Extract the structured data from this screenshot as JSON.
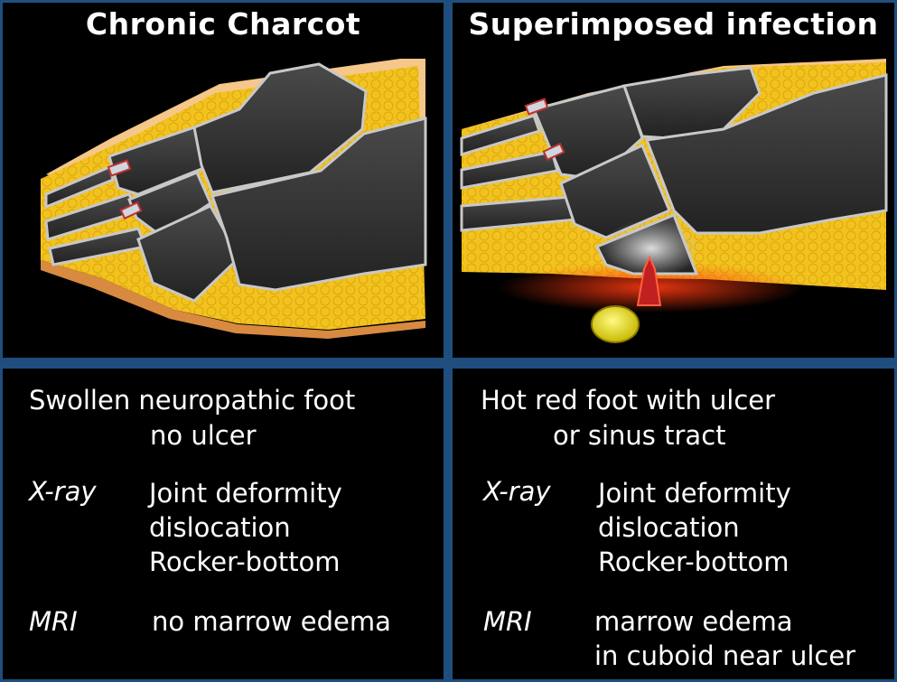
{
  "left": {
    "title": "Chronic Charcot",
    "presentation": [
      "Swollen neuropathic foot",
      "no ulcer"
    ],
    "xray_label": "X-ray",
    "xray_findings": [
      "Joint deformity",
      "dislocation",
      "Rocker-bottom"
    ],
    "mri_label": "MRI",
    "mri_findings": [
      "no marrow edema"
    ]
  },
  "right": {
    "title": "Superimposed infection",
    "presentation": [
      "Hot red foot with ulcer",
      "or sinus tract"
    ],
    "xray_label": "X-ray",
    "xray_findings": [
      "Joint deformity",
      "dislocation",
      "Rocker-bottom"
    ],
    "mri_label": "MRI",
    "mri_findings": [
      "marrow edema",
      "in cuboid near ulcer"
    ]
  },
  "colors": {
    "frame": "#1f4e7e",
    "background": "#000000",
    "soft_tissue": "#f0c020",
    "bone": "#333333",
    "inflammation": "#e03010",
    "abscess": "#e8e020"
  }
}
